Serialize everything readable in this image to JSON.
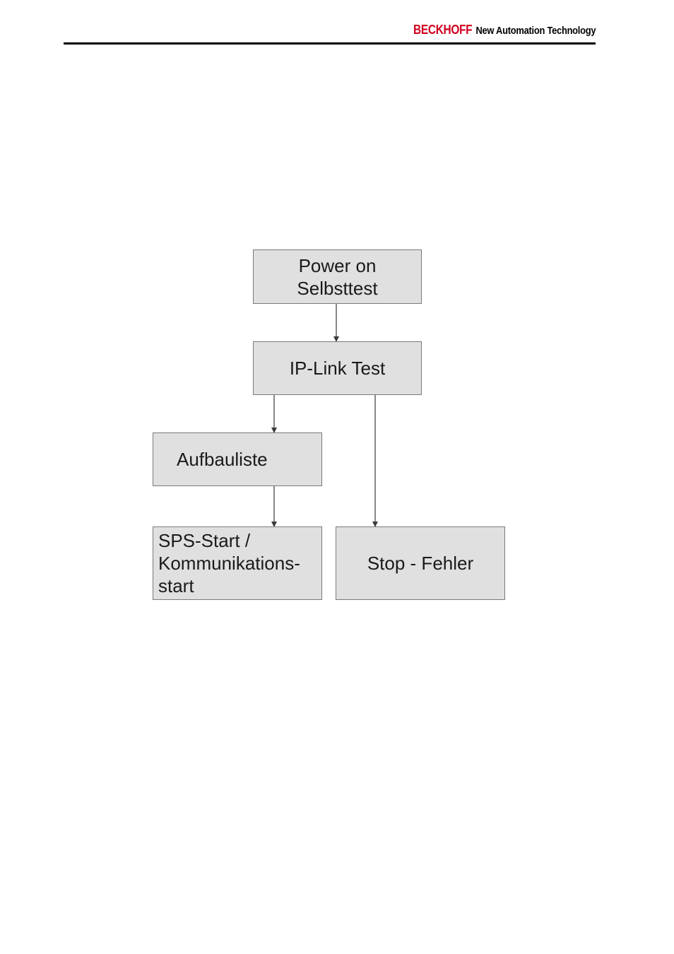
{
  "header": {
    "brand_name": "BECKHOFF",
    "tagline": "New Automation Technology"
  },
  "diagram": {
    "nodes": {
      "power_on": "Power on\nSelbsttest",
      "ip_link_test": "IP-Link Test",
      "aufbauliste": "Aufbauliste",
      "sps_start": "SPS-Start /\nKommunikations-\nstart",
      "stop_fehler": "Stop - Fehler"
    }
  },
  "colors": {
    "brand_red": "#d1001f",
    "box_fill": "#e0e0e0",
    "box_border": "#7a7a7a",
    "connector": "#3a3a3a"
  }
}
